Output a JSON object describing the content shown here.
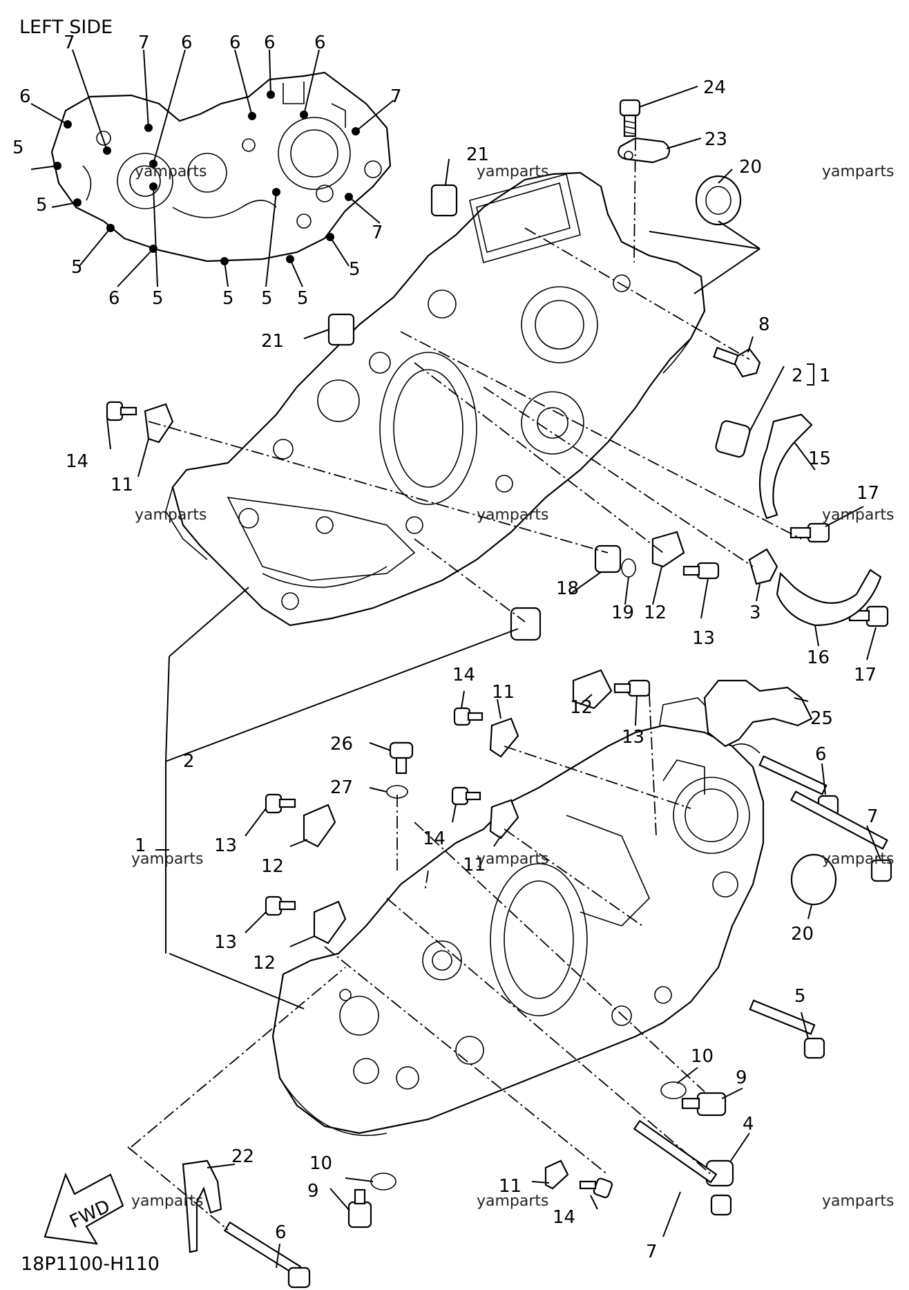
{
  "header": {
    "title": "LEFT SIDE"
  },
  "footer": {
    "code": "18P1100-H110",
    "fwd": "FWD"
  },
  "watermark": "yamparts",
  "callouts": {
    "c1": "1",
    "c2": "2",
    "c3": "3",
    "c4": "4",
    "c5": "5",
    "c6": "6",
    "c7": "7",
    "c8": "8",
    "c9": "9",
    "c10": "10",
    "c11": "11",
    "c12": "12",
    "c13": "13",
    "c14": "14",
    "c15": "15",
    "c16": "16",
    "c17": "17",
    "c18": "18",
    "c19": "19",
    "c20": "20",
    "c21": "21",
    "c22": "22",
    "c23": "23",
    "c24": "24",
    "c25": "25",
    "c26": "26",
    "c27": "27",
    "c21_1": "2",
    "c21_2": "1"
  }
}
